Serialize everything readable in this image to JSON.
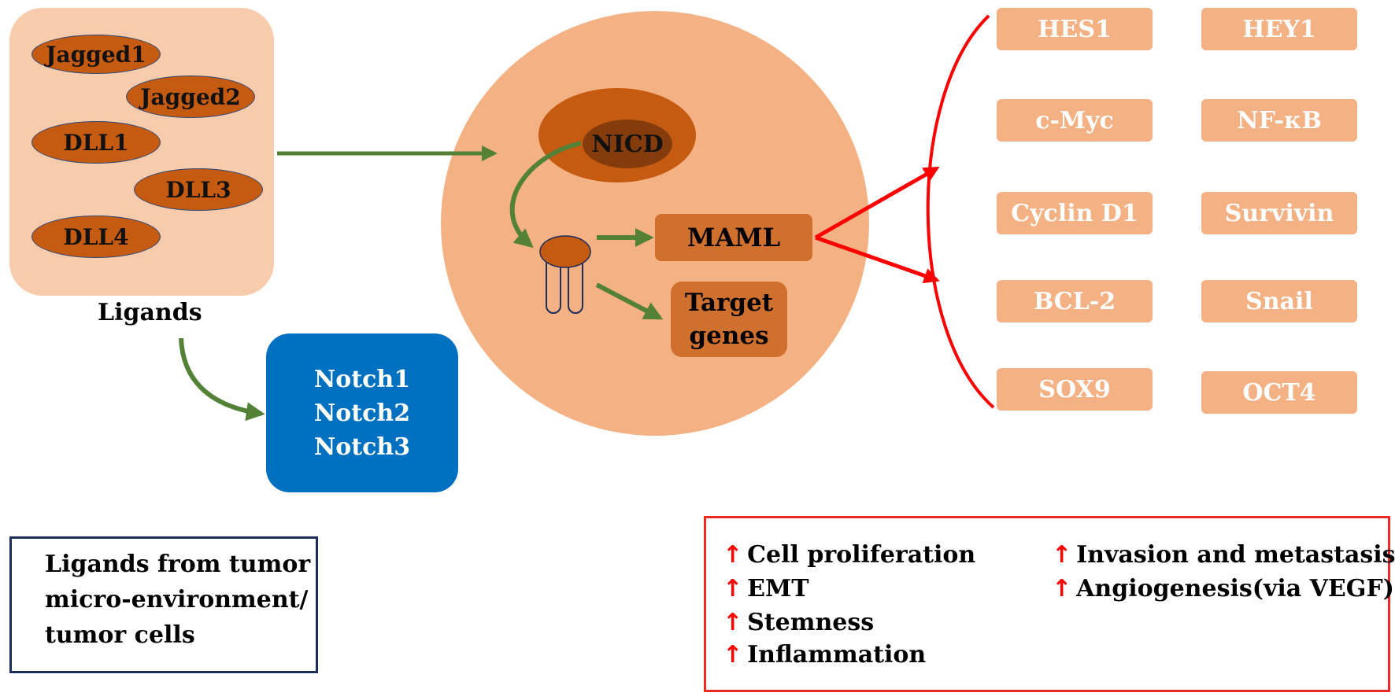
{
  "ligands": {
    "items": [
      "Jagged1",
      "Jagged2",
      "DLL1",
      "DLL3",
      "DLL4"
    ],
    "caption": "Ligands"
  },
  "receptors": {
    "lines": [
      "Notch1",
      "Notch2",
      "Notch3"
    ]
  },
  "cell": {
    "nicd": "NICD",
    "maml": "MAML",
    "target_lines": [
      "Target",
      "genes"
    ]
  },
  "target_gene_list": {
    "left_column": [
      "HES1",
      "c-Myc",
      "Cyclin D1",
      "BCL-2",
      "SOX9"
    ],
    "right_column": [
      "HEY1",
      "NF-κB",
      "Survivin",
      "Snail",
      "OCT4"
    ]
  },
  "source_note": {
    "lines": [
      "Ligands from tumor",
      "micro-environment/",
      "tumor cells"
    ]
  },
  "effects": {
    "left": [
      "Cell proliferation",
      "EMT",
      "Stemness",
      "Inflammation"
    ],
    "right": [
      "Invasion and metastasis",
      "Angiogenesis(via VEGF)"
    ]
  },
  "colors": {
    "ligand_panel": "#f8cbac",
    "ligand_oval": "#c55a11",
    "receptor_box": "#0070c0",
    "cell": "#f4b183",
    "nucleus": "#c55a11",
    "nicd_core": "#843c0c",
    "maml_box": "#d0702e",
    "signal_arrow": "#538135",
    "output_arrow": "#ff0000",
    "effects_border": "#ee2a24"
  }
}
